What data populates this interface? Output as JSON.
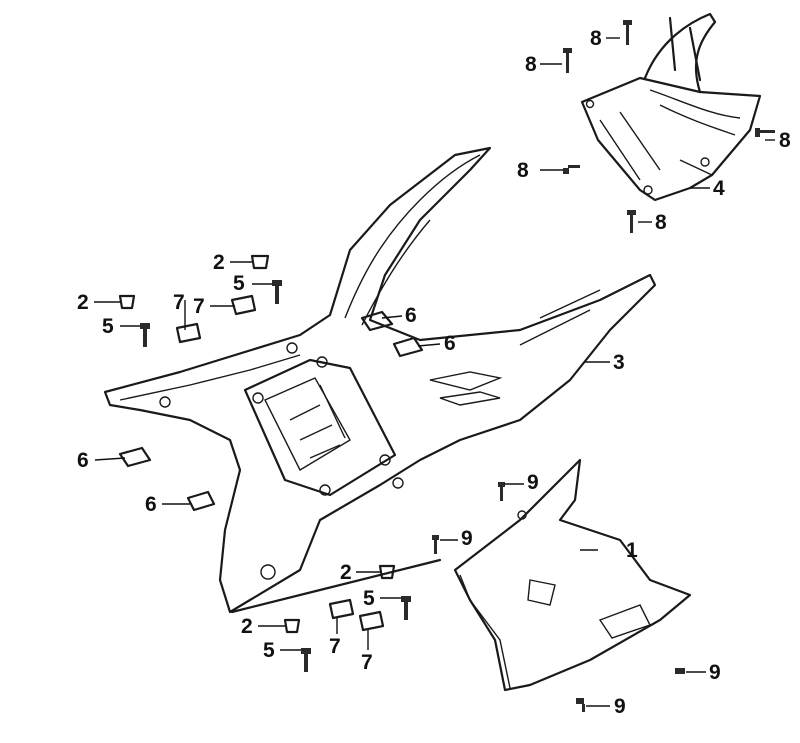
{
  "callouts": [
    {
      "id": "c1",
      "label": "1"
    },
    {
      "id": "c2a",
      "label": "2"
    },
    {
      "id": "c2b",
      "label": "2"
    },
    {
      "id": "c2c",
      "label": "2"
    },
    {
      "id": "c2d",
      "label": "2"
    },
    {
      "id": "c3",
      "label": "3"
    },
    {
      "id": "c4",
      "label": "4"
    },
    {
      "id": "c5a",
      "label": "5"
    },
    {
      "id": "c5b",
      "label": "5"
    },
    {
      "id": "c5c",
      "label": "5"
    },
    {
      "id": "c5d",
      "label": "5"
    },
    {
      "id": "c6a",
      "label": "6"
    },
    {
      "id": "c6b",
      "label": "6"
    },
    {
      "id": "c6c",
      "label": "6"
    },
    {
      "id": "c6d",
      "label": "6"
    },
    {
      "id": "c7a",
      "label": "7"
    },
    {
      "id": "c7b",
      "label": "7"
    },
    {
      "id": "c7c",
      "label": "7"
    },
    {
      "id": "c7d",
      "label": "7"
    },
    {
      "id": "c8a",
      "label": "8"
    },
    {
      "id": "c8b",
      "label": "8"
    },
    {
      "id": "c8c",
      "label": "8"
    },
    {
      "id": "c8d",
      "label": "8"
    },
    {
      "id": "c8e",
      "label": "8"
    },
    {
      "id": "c9a",
      "label": "9"
    },
    {
      "id": "c9b",
      "label": "9"
    },
    {
      "id": "c9c",
      "label": "9"
    },
    {
      "id": "c9d",
      "label": "9"
    }
  ]
}
